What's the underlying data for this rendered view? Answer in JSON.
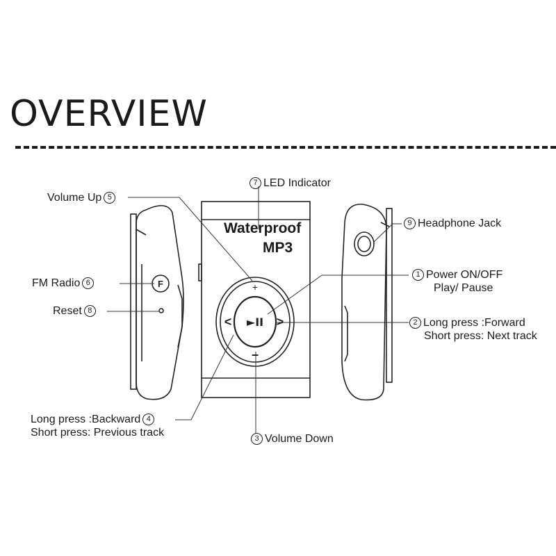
{
  "title": "OVERVIEW",
  "device": {
    "brand_line1": "Waterproof",
    "brand_line2": "MP3",
    "side_button": "F",
    "plus": "+",
    "minus": "−",
    "prev": "<",
    "next": ">",
    "play_glyph": "►II"
  },
  "callouts": [
    {
      "num": "1",
      "lines": [
        "Power ON/OFF",
        "Play/ Pause"
      ]
    },
    {
      "num": "2",
      "lines": [
        "Long press :Forward",
        "Short press: Next track"
      ]
    },
    {
      "num": "3",
      "text": "Volume Down"
    },
    {
      "num": "4",
      "lines": [
        "Long press :Backward",
        "Short press: Previous track"
      ]
    },
    {
      "num": "5",
      "text": "Volume Up"
    },
    {
      "num": "6",
      "text": "FM Radio"
    },
    {
      "num": "7",
      "text": "LED Indicator"
    },
    {
      "num": "8",
      "text": "Reset"
    },
    {
      "num": "9",
      "text": "Headphone Jack"
    }
  ]
}
